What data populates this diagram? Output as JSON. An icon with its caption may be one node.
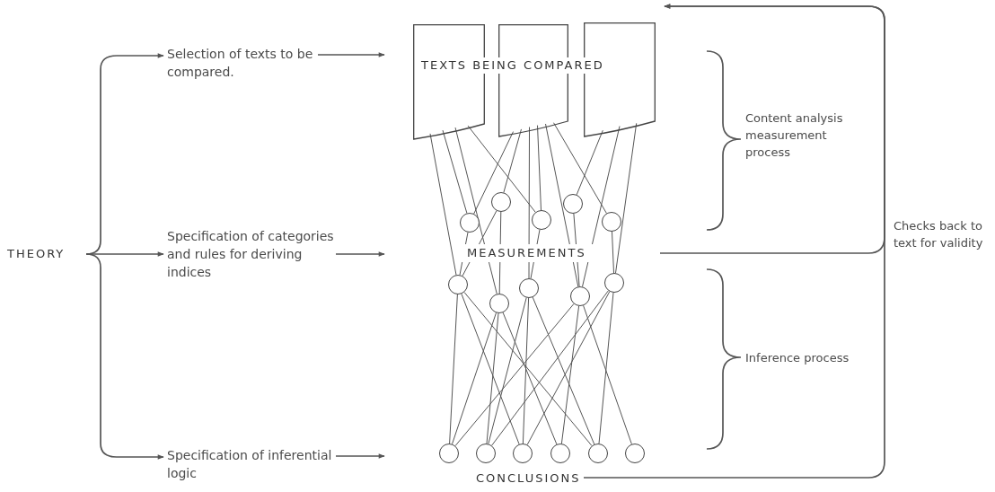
{
  "diagram": {
    "nodes": [
      {
        "text": [
          "THEORY"
        ]
      },
      {
        "text": [
          "Selection of texts to be compared."
        ]
      },
      {
        "text": [
          "Specification of categories and rules for deriving indices"
        ]
      },
      {
        "text": [
          "Specification of inferential logic"
        ]
      },
      {
        "text": [
          "TEXTS BEING COMPARED"
        ]
      },
      {
        "text": [],
        "shape": "document"
      },
      {
        "text": [],
        "shape": "document"
      },
      {
        "text": [],
        "shape": "document"
      },
      {
        "text": [],
        "shape": "circle"
      },
      {
        "text": [],
        "shape": "circle"
      },
      {
        "text": [],
        "shape": "circle"
      },
      {
        "text": [],
        "shape": "circle"
      },
      {
        "text": [],
        "shape": "circle"
      },
      {
        "text": [],
        "shape": "circle"
      },
      {
        "text": [],
        "shape": "circle"
      },
      {
        "text": [],
        "shape": "circle"
      },
      {
        "text": [],
        "shape": "circle"
      },
      {
        "text": [],
        "shape": "circle"
      },
      {
        "text": [
          "CONCLUSIONS"
        ]
      },
      {
        "text": [],
        "shape": "circle"
      },
      {
        "text": [],
        "shape": "circle"
      },
      {
        "text": [],
        "shape": "circle"
      },
      {
        "text": [],
        "shape": "circle"
      },
      {
        "text": [],
        "shape": "circle"
      },
      {
        "text": [],
        "shape": "circle"
      }
    ],
    "edges": [
      {
        "from": 0,
        "to": 1,
        "arrow": "to"
      },
      {
        "from": 0,
        "to": 2,
        "arrow": "to"
      },
      {
        "from": 0,
        "to": 3,
        "arrow": "to"
      },
      {
        "from": 1,
        "to": null,
        "arrow": "to"
      },
      {
        "from": 2,
        "to": null,
        "arrow": "to"
      },
      {
        "from": 3,
        "to": null,
        "arrow": "to"
      },
      {
        "from": null,
        "to": 7,
        "arrow": "to"
      },
      {
        "from": 18,
        "to": 7,
        "arrow": "to"
      },
      {
        "from": 5,
        "to": 13,
        "arrow": "none"
      },
      {
        "from": 5,
        "to": 8,
        "arrow": "none"
      },
      {
        "from": 5,
        "to": 10,
        "arrow": "none"
      },
      {
        "from": 5,
        "to": 14,
        "arrow": "none"
      },
      {
        "from": 6,
        "to": 8,
        "arrow": "none"
      },
      {
        "from": 6,
        "to": 9,
        "arrow": "none"
      },
      {
        "from": 6,
        "to": 15,
        "arrow": "none"
      },
      {
        "from": 6,
        "to": 10,
        "arrow": "none"
      },
      {
        "from": 6,
        "to": 16,
        "arrow": "none"
      },
      {
        "from": 6,
        "to": 12,
        "arrow": "none"
      },
      {
        "from": 7,
        "to": 11,
        "arrow": "none"
      },
      {
        "from": 7,
        "to": 16,
        "arrow": "none"
      },
      {
        "from": 7,
        "to": 17,
        "arrow": "none"
      },
      {
        "from": 8,
        "to": 13,
        "arrow": "none"
      },
      {
        "from": 9,
        "to": 13,
        "arrow": "none"
      },
      {
        "from": 9,
        "to": 14,
        "arrow": "none"
      },
      {
        "from": 10,
        "to": 15,
        "arrow": "none"
      },
      {
        "from": 11,
        "to": 16,
        "arrow": "none"
      },
      {
        "from": 12,
        "to": 17,
        "arrow": "none"
      },
      {
        "from": 13,
        "to": 19,
        "arrow": "none"
      },
      {
        "from": 13,
        "to": 21,
        "arrow": "none"
      },
      {
        "from": 13,
        "to": 23,
        "arrow": "none"
      },
      {
        "from": 14,
        "to": 19,
        "arrow": "none"
      },
      {
        "from": 14,
        "to": 20,
        "arrow": "none"
      },
      {
        "from": 14,
        "to": 22,
        "arrow": "none"
      },
      {
        "from": 15,
        "to": 20,
        "arrow": "none"
      },
      {
        "from": 15,
        "to": 21,
        "arrow": "none"
      },
      {
        "from": 15,
        "to": 23,
        "arrow": "none"
      },
      {
        "from": 16,
        "to": 19,
        "arrow": "none"
      },
      {
        "from": 16,
        "to": 22,
        "arrow": "none"
      },
      {
        "from": 16,
        "to": 24,
        "arrow": "none"
      },
      {
        "from": 17,
        "to": 20,
        "arrow": "none"
      },
      {
        "from": 17,
        "to": 21,
        "arrow": "none"
      },
      {
        "from": 17,
        "to": 23,
        "arrow": "none"
      }
    ],
    "labels": [
      "Content analysis measurement process",
      "Checks back to text for validity",
      "MEASUREMENTS",
      "Inference process"
    ]
  }
}
